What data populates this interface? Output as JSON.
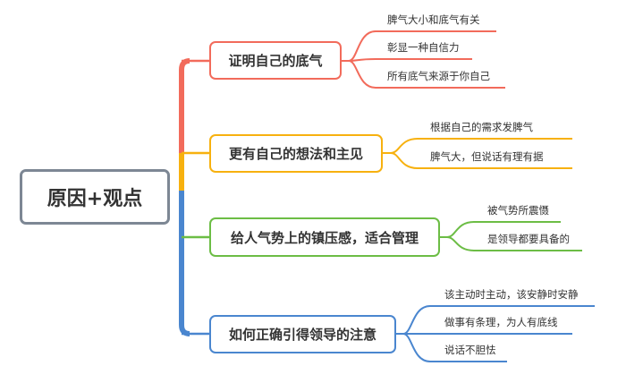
{
  "root": {
    "label": "原因+观点",
    "color": "#7d8794"
  },
  "branches": [
    {
      "label": "证明自己的底气",
      "color": "#f26b5b",
      "children": [
        "脾气大小和底气有关",
        "彰显一种自信力",
        "所有底气来源于你自己"
      ]
    },
    {
      "label": "更有自己的想法和主见",
      "color": "#f7b10f",
      "children": [
        "根据自己的需求发脾气",
        "脾气大，但说话有理有据"
      ]
    },
    {
      "label": "给人气势上的镇压感，适合管理",
      "color": "#6cbd45",
      "children": [
        "被气势所震慑",
        "是领导都要具备的"
      ]
    },
    {
      "label": "如何正确引得领导的注意",
      "color": "#4a86cf",
      "children": [
        "该主动时主动，该安静时安静",
        "做事有条理，为人有底线",
        "说话不胆怯"
      ]
    }
  ]
}
